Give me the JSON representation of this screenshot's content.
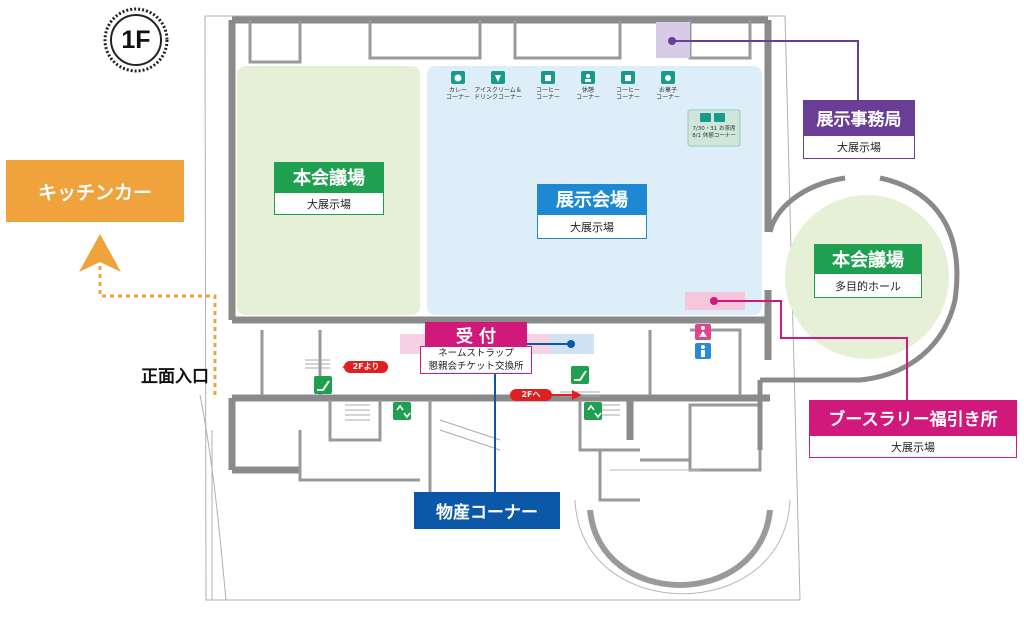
{
  "floor": {
    "label": "1F"
  },
  "colors": {
    "green": "#1fa050",
    "blue": "#1e88d2",
    "purple": "#6a3e96",
    "magenta": "#d0197a",
    "orange": "#f0a23c",
    "navy": "#0b57a8",
    "red": "#e02020",
    "wall": "#8a8a8a"
  },
  "venues": {
    "main_hall_large": {
      "title": "本会議場",
      "subtitle": "大展示場"
    },
    "exhibition": {
      "title": "展示会場",
      "subtitle": "大展示場"
    },
    "main_hall_multi": {
      "title": "本会議場",
      "subtitle": "多目的ホール"
    },
    "office": {
      "title": "展示事務局",
      "subtitle": "大展示場"
    },
    "booth_lottery": {
      "title": "ブースラリー福引き所",
      "subtitle": "大展示場"
    },
    "reception": {
      "title": "受 付",
      "line1": "ネームストラップ",
      "line2": "懇親会チケット交換所"
    },
    "goods": {
      "title": "物産コーナー"
    },
    "kitchen_car": {
      "title": "キッチンカー"
    },
    "entrance": {
      "title": "正面入口"
    }
  },
  "food_stands": [
    {
      "line1": "カレー",
      "line2": "コーナー",
      "icon": "curry-icon"
    },
    {
      "line1": "アイスクリーム＆",
      "line2": "ドリンクコーナー",
      "icon": "ice-cream-icon"
    },
    {
      "line1": "コーヒー",
      "line2": "コーナー",
      "icon": "coffee-icon"
    },
    {
      "line1": "休憩",
      "line2": "コーナー",
      "icon": "rest-icon"
    },
    {
      "line1": "コーヒー",
      "line2": "コーナー",
      "icon": "coffee-icon"
    },
    {
      "line1": "お菓子",
      "line2": "コーナー",
      "icon": "sweets-icon"
    }
  ],
  "tea_corner": {
    "line1": "7/30・31 お茶席",
    "line2": "8/1 休憩コーナー"
  },
  "stairs": {
    "from_2f": "2Fより",
    "to_2f": "2Fへ"
  },
  "icons": [
    "escalator-icon",
    "elevator-icon",
    "restroom-female-icon",
    "restroom-male-icon"
  ]
}
